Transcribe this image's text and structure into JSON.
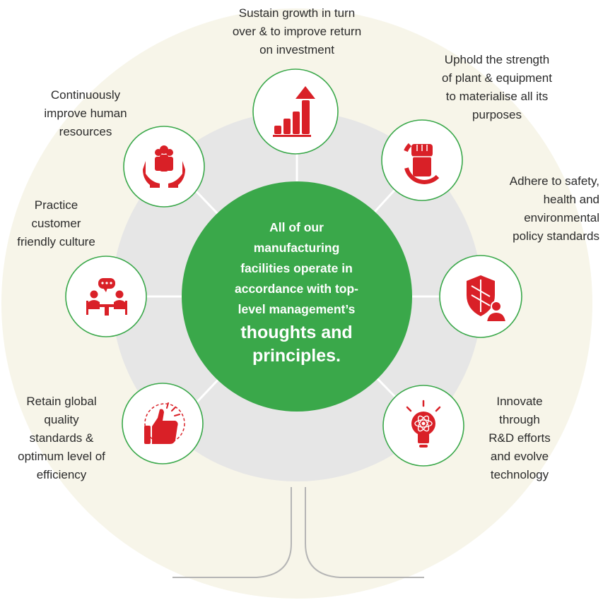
{
  "diagram": {
    "colors": {
      "accent_red": "#d92027",
      "center_green": "#3aa84a",
      "ring_gray": "#e6e6e6",
      "halo_cream": "#f7f5e9"
    },
    "center": {
      "lead": "All of our\nmanufacturing\nfacilities operate in\naccordance with top-\nlevel management’s",
      "emphasis": "thoughts and\nprinciples."
    },
    "principles": [
      {
        "text": "Sustain growth in turn\nover & to improve return\non investment",
        "icon": "growth-chart-icon"
      },
      {
        "text": "Uphold the strength\nof plant & equipment\nto materialise all its\npurposes",
        "icon": "raised-fist-icon"
      },
      {
        "text": "Adhere to safety,\nhealth and\nenvironmental\npolicy standards",
        "icon": "shield-person-icon"
      },
      {
        "text": "Innovate\nthrough\nR&D efforts\nand evolve\ntechnology",
        "icon": "bulb-atom-icon"
      },
      {
        "text": "Retain global\nquality\nstandards &\noptimum level of\nefficiency",
        "icon": "thumbs-up-badge-icon"
      },
      {
        "text": "Practice\ncustomer\nfriendly culture",
        "icon": "meeting-chat-icon"
      },
      {
        "text": "Continuously\nimprove human\nresources",
        "icon": "hands-people-icon"
      }
    ]
  }
}
